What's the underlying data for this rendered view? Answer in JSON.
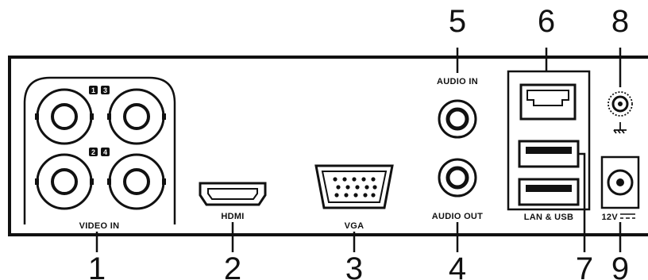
{
  "callouts": {
    "c1": "1",
    "c2": "2",
    "c3": "3",
    "c4": "4",
    "c5": "5",
    "c6": "6",
    "c7": "7",
    "c8": "8",
    "c9": "9"
  },
  "labels": {
    "video_in": "VIDEO IN",
    "hdmi": "HDMI",
    "vga": "VGA",
    "audio_in": "AUDIO IN",
    "audio_out": "AUDIO OUT",
    "lan_usb": "LAN & USB",
    "power": "12V"
  },
  "video_badges": {
    "b1": "1",
    "b2": "2",
    "b3": "3",
    "b4": "4"
  },
  "colors": {
    "ink": "#111111",
    "background": "#ffffff"
  }
}
